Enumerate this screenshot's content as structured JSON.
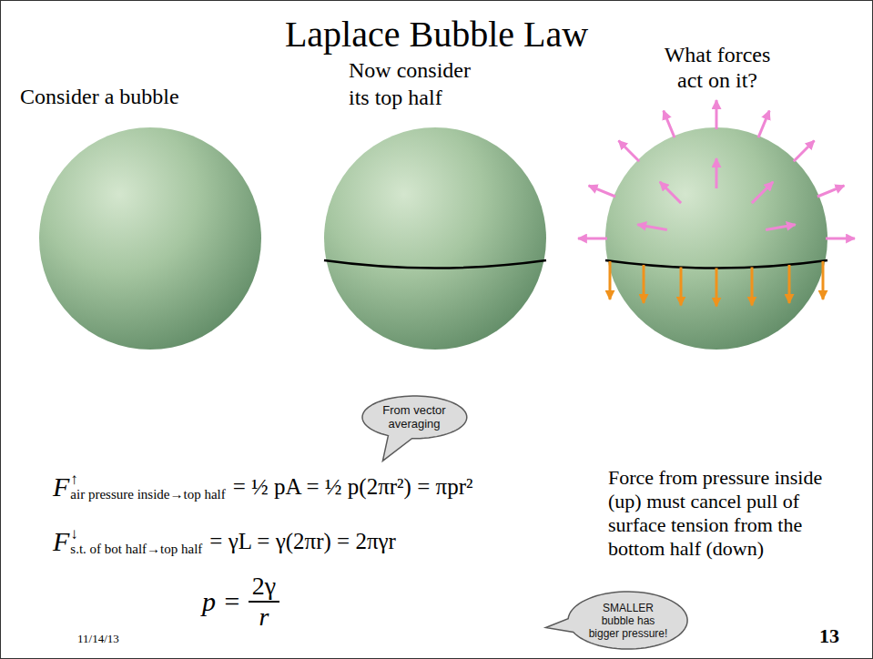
{
  "diagram": {
    "title": "Laplace Bubble Law",
    "nodes": [
      {
        "text": [
          "From vector averaging"
        ]
      },
      {
        "text": [
          "SMALLER bubble has bigger pressure!"
        ]
      }
    ],
    "labels": [
      "Consider a bubble",
      "Now consider its top half",
      "What forces act on it?",
      "F",
      "↑",
      "air pressure inside→top half",
      "= ½ pA = ½ p(2πr²) = πpr²",
      "F",
      "↓",
      "s.t. of bot half→top half",
      "= γL = γ(2πr) = 2πγr",
      "p =",
      "2γ",
      "r",
      "Force from pressure inside (up) must cancel pull of surface tension from the bottom half (down)",
      "11/14/13",
      "13"
    ]
  }
}
